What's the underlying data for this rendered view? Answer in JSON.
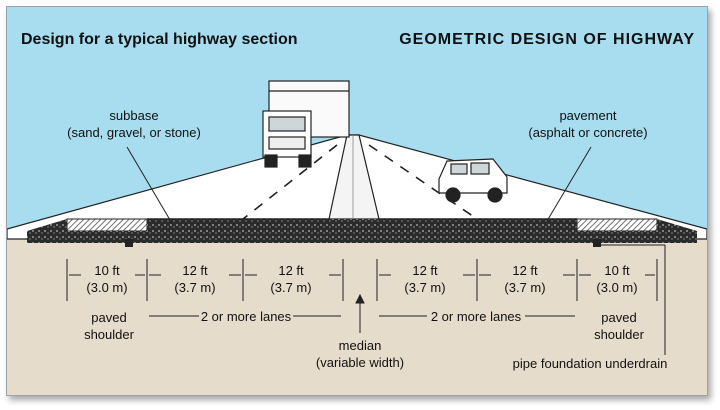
{
  "header": {
    "left_title": "Design for a typical highway section",
    "right_title": "GEOMETRIC DESIGN OF HIGHWAY"
  },
  "labels": {
    "subbase_line1": "subbase",
    "subbase_line2": "(sand, gravel, or stone)",
    "pavement_line1": "pavement",
    "pavement_line2": "(asphalt or concrete)",
    "median_line1": "median",
    "median_line2": "(variable width)",
    "underdrain": "pipe foundation underdrain",
    "lanes_group": "2 or more lanes",
    "paved_shoulder_line1": "paved",
    "paved_shoulder_line2": "shoulder"
  },
  "dimensions": {
    "shoulder_ft": "10 ft",
    "shoulder_m": "(3.0 m)",
    "lane_ft": "12 ft",
    "lane_m": "(3.7 m)"
  },
  "colors": {
    "sky": "#a8ddef",
    "ground": "#e6dccb",
    "road": "#ffffff",
    "gravel": "#222222"
  },
  "icons": [
    "truck-illustration",
    "car-illustration"
  ]
}
